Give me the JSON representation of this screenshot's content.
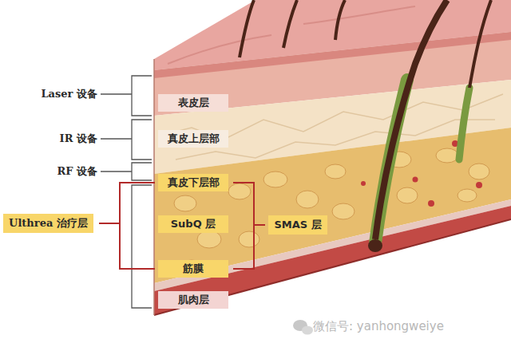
{
  "diagram": {
    "nodes": [
      {
        "text": [
          "表皮层"
        ]
      },
      {
        "text": [
          "真皮上层部"
        ]
      },
      {
        "text": [
          "真皮下层部"
        ]
      },
      {
        "text": [
          "SubQ 层"
        ]
      },
      {
        "text": [
          "筋膜"
        ]
      },
      {
        "text": [
          "肌肉层"
        ]
      },
      {
        "text": [
          "Ulthrea 治疗层"
        ]
      },
      {
        "text": [
          "SMAS 层"
        ]
      }
    ],
    "labels": [
      "Laser 设备",
      "IR 设备",
      "RF 设备",
      "微信号: yanhongweiye"
    ]
  }
}
